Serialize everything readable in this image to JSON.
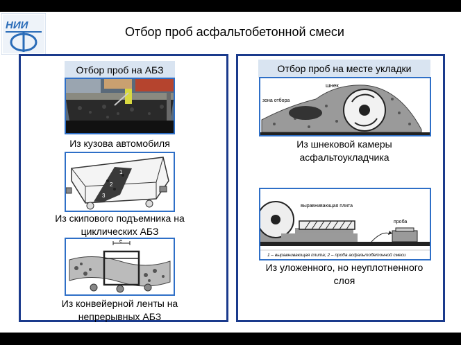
{
  "title": "Отбор проб асфальтобетонной смеси",
  "left": {
    "header": "Отбор проб на АБЗ",
    "items": [
      {
        "caption": "Из кузова автомобиля"
      },
      {
        "caption": "Из скипового подъемника на циклических АБЗ",
        "labels": [
          "1",
          "2",
          "3"
        ]
      },
      {
        "caption": "Из конвейерной ленты на непрерывных АБЗ",
        "labels": [
          "e"
        ]
      }
    ]
  },
  "right": {
    "header": "Отбор проб на месте укладки",
    "items": [
      {
        "caption": "Из шнековой камеры асфальтоукладчика",
        "labels": [
          "шнек",
          "зона отбора"
        ]
      },
      {
        "caption": "Из уложенного, но неуплотненного слоя",
        "labels": [
          "выравнивающая плита",
          "проба",
          "1 – выравнивающая плита; 2 – проба асфальтобетонной смеси"
        ]
      }
    ]
  },
  "colors": {
    "panel_border": "#1a3a8c",
    "header_bg": "#d9e4f1",
    "image_border": "#2e6fc7"
  }
}
